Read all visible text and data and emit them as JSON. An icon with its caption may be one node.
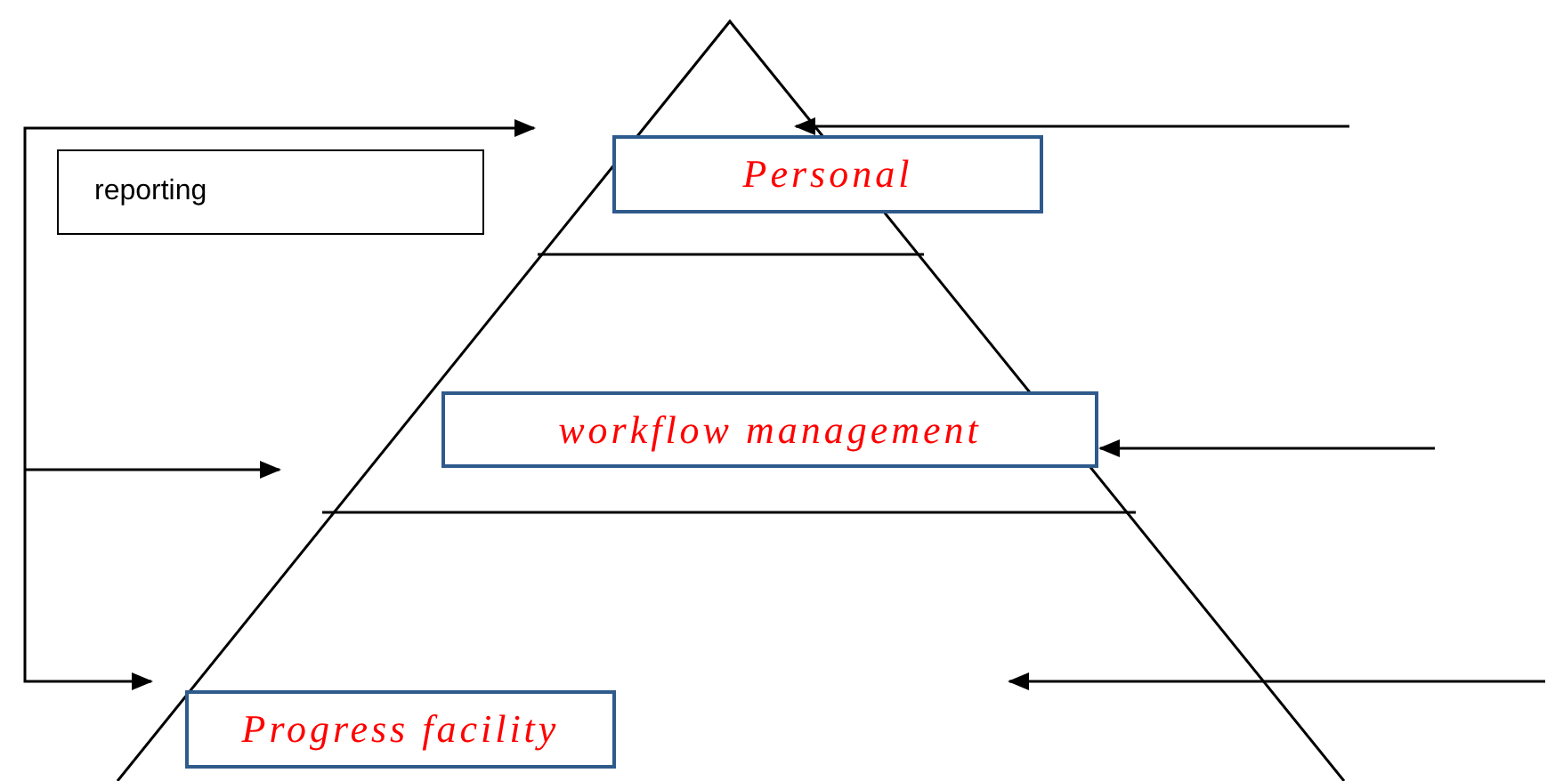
{
  "diagram": {
    "nodes": [
      {
        "text": [
          "reporting"
        ]
      },
      {
        "text": [
          "Personal"
        ]
      },
      {
        "text": [
          "workflow management"
        ]
      },
      {
        "text": [
          "Progress facility"
        ]
      }
    ],
    "edges": [
      {
        "from": null,
        "to": 1,
        "arrow": "to"
      },
      {
        "from": null,
        "to": 3,
        "arrow": "to"
      },
      {
        "from": null,
        "to": 1,
        "arrow": "to"
      },
      {
        "from": null,
        "to": 2,
        "arrow": "to"
      }
    ]
  }
}
